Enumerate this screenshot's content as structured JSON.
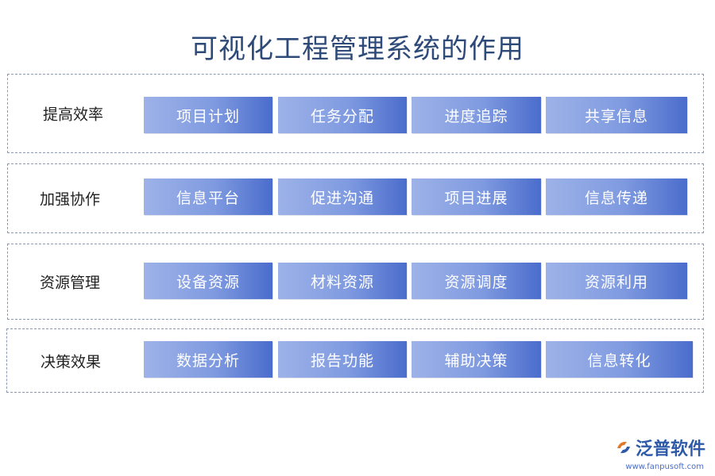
{
  "title": "可视化工程管理系统的作用",
  "rows": [
    {
      "label": "提高效率",
      "items": [
        "项目计划",
        "任务分配",
        "进度追踪",
        "共享信息"
      ]
    },
    {
      "label": "加强协作",
      "items": [
        "信息平台",
        "促进沟通",
        "项目进展",
        "信息传递"
      ]
    },
    {
      "label": "资源管理",
      "items": [
        "设备资源",
        "材料资源",
        "资源调度",
        "资源利用"
      ]
    },
    {
      "label": "决策效果",
      "items": [
        "数据分析",
        "报告功能",
        "辅助决策",
        "信息转化"
      ]
    }
  ],
  "logo": {
    "name": "泛普软件",
    "url": "www.fanpusoft.com",
    "icon": "fanpu-logo-icon"
  },
  "colors": {
    "title": "#2e4a78",
    "box_start": "#9db2e8",
    "box_end": "#4a6ccc",
    "border": "#8a9ab8"
  }
}
